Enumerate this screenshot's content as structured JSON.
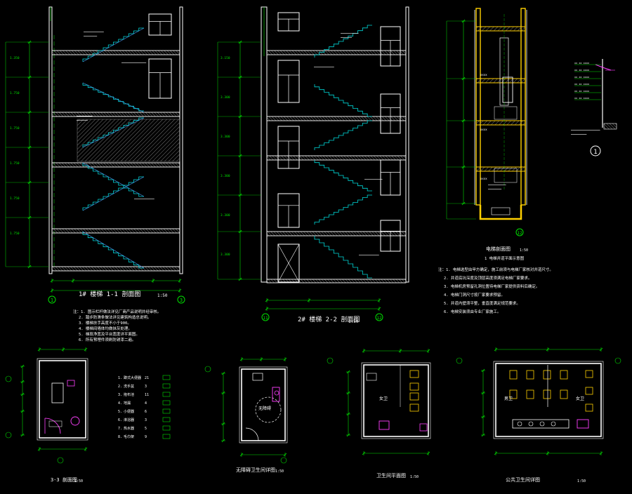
{
  "colors": {
    "background": "#000000",
    "wall": "#ffffff",
    "dimension": "#00e000",
    "stair": "#00d8d8",
    "furniture": "#ff40ff",
    "accent": "#ffff00",
    "hatch": "#8a8a8a",
    "shaft": "#ffd000"
  },
  "section1": {
    "title": "1# 楼梯 1-1 剖面图",
    "scale": "1:50",
    "axis_left": "1",
    "axis_right": "3",
    "notes": [
      "注：1. 图示栏杆做法详见厂商产品说明并经审核。",
      "2. 踏步防滑条做法详见建筑构造总说明。",
      "3. 楼梯扶手高度不小于900。",
      "4. 楼梯间墙体均做抹灰处理。",
      "5. 梯段净宽及平台宽度详平面图。",
      "6. 所有预埋件须刷防锈漆二遍。"
    ]
  },
  "section2": {
    "title": "2# 楼梯 2-2 剖面图",
    "scale": "1:50",
    "axis_left": "11",
    "axis_right": "12"
  },
  "elevator": {
    "title": "电梯剖面图",
    "scale": "1:50",
    "subtitle": "1 电梯井道平面示意图",
    "axis": "12"
  },
  "detail": {
    "label": "1"
  },
  "notes_right": [
    "注：1. 电梯选型由甲方确定，施工前须与电梯厂家核对井道尺寸。",
    "2. 井道底坑深度及顶层高度须满足电梯厂家要求。",
    "3. 电梯机房预留孔洞位置待电梯厂家提供资料后确定。",
    "4. 电梯门洞尺寸按厂家要求预留。",
    "5. 井道内壁须平整，垂直度满足规范要求。",
    "6. 电梯安装须由专业厂家施工。"
  ],
  "plan3": {
    "title": "3-3 剖面图",
    "scale": "1:50"
  },
  "legend": {
    "items": [
      {
        "num": "1",
        "name": "蹲式大便器",
        "code": "21"
      },
      {
        "num": "2",
        "name": "洗手盆",
        "code": "3"
      },
      {
        "num": "3",
        "name": "拖布池",
        "code": "11"
      },
      {
        "num": "4",
        "name": "地漏",
        "code": "4"
      },
      {
        "num": "5",
        "name": "小便器",
        "code": "6"
      },
      {
        "num": "6",
        "name": "淋浴器",
        "code": "3"
      },
      {
        "num": "7",
        "name": "热水器",
        "code": "5"
      },
      {
        "num": "8",
        "name": "毛巾架",
        "code": "9"
      }
    ]
  },
  "plan4": {
    "title": "无障碍卫生间详图",
    "scale": "1:50",
    "label": "无障碍"
  },
  "plan5": {
    "title": "卫生间平面图",
    "scale": "1:50",
    "label": "女卫"
  },
  "plan6": {
    "title": "公共卫生间详图",
    "scale": "1:50",
    "label_left": "男卫",
    "label_right": "女卫"
  }
}
